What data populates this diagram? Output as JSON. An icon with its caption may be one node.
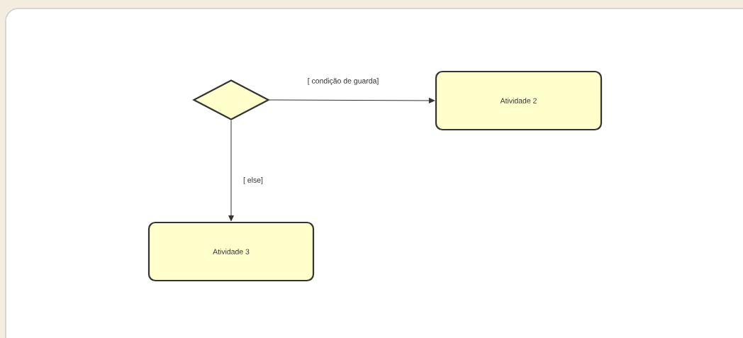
{
  "diagram": {
    "nodes": [
      {
        "text": [],
        "shape": "diamond"
      },
      {
        "text": [
          "Atividade 2"
        ]
      },
      {
        "text": [
          "Atividade 3"
        ]
      }
    ],
    "edges": [
      {
        "from": 0,
        "to": 1,
        "arrow": "to",
        "label": "[ condição de guarda]"
      },
      {
        "from": 0,
        "to": 2,
        "arrow": "to",
        "label": "[ else]"
      }
    ]
  }
}
